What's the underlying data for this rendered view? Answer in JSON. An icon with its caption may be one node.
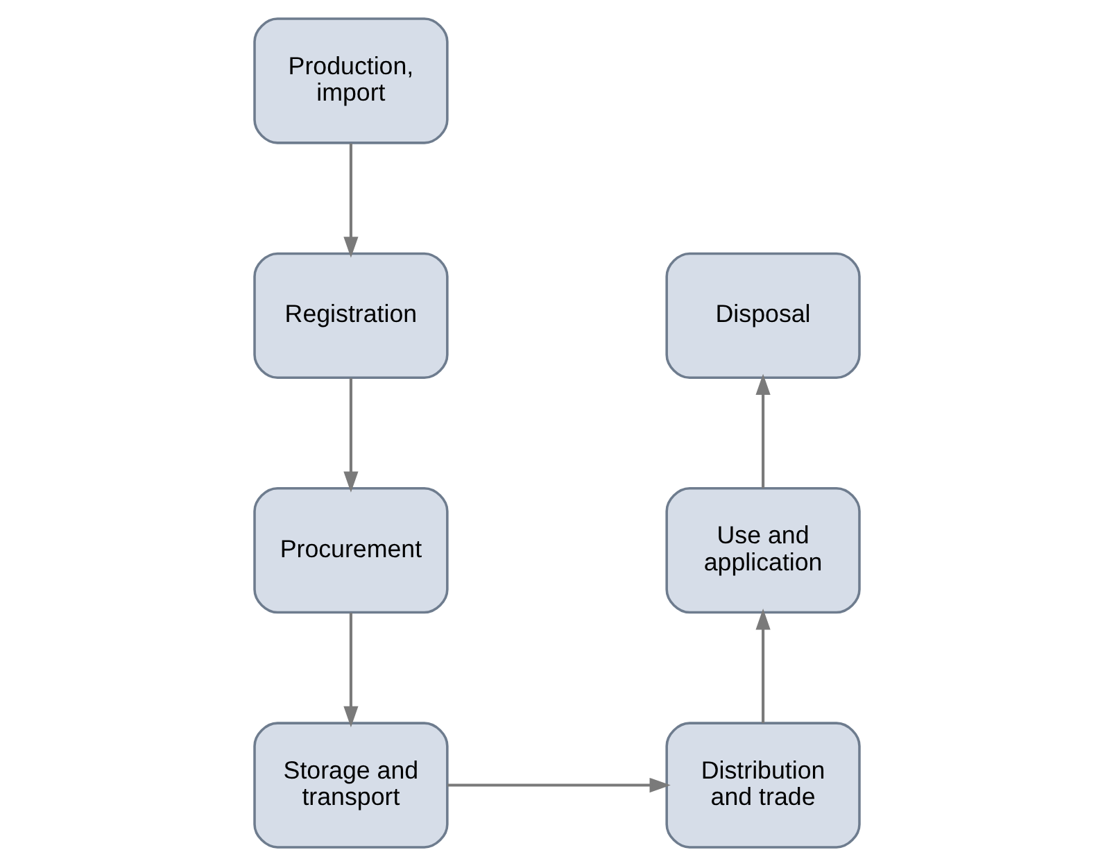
{
  "diagram": {
    "nodes": [
      {
        "text": [
          "Production, import"
        ]
      },
      {
        "text": [
          "Registration"
        ]
      },
      {
        "text": [
          "Procurement"
        ]
      },
      {
        "text": [
          "Storage and transport"
        ]
      },
      {
        "text": [
          "Distribution and trade"
        ]
      },
      {
        "text": [
          "Use and application"
        ]
      },
      {
        "text": [
          "Disposal"
        ]
      }
    ],
    "edges": [
      {
        "from": 0,
        "to": 1,
        "arrow": "to"
      },
      {
        "from": 1,
        "to": 2,
        "arrow": "to"
      },
      {
        "from": 2,
        "to": 3,
        "arrow": "to"
      },
      {
        "from": 3,
        "to": 4,
        "arrow": "to"
      },
      {
        "from": 4,
        "to": 5,
        "arrow": "to"
      },
      {
        "from": 5,
        "to": 6,
        "arrow": "to"
      }
    ]
  }
}
